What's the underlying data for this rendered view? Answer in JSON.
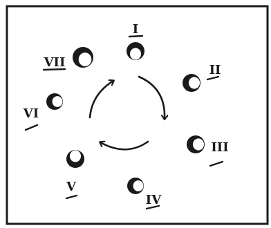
{
  "diagram": {
    "title": "",
    "stations": [
      {
        "numeral": "I",
        "shade": "top"
      },
      {
        "numeral": "II",
        "shade": "left"
      },
      {
        "numeral": "III",
        "shade": "left"
      },
      {
        "numeral": "IV",
        "shade": "left"
      },
      {
        "numeral": "V",
        "shade": "bottom"
      },
      {
        "numeral": "VI",
        "shade": "left"
      },
      {
        "numeral": "VII",
        "shade": "top-left"
      }
    ],
    "cycle_arrows": 3,
    "colors": {
      "ink": "#1a1a1a",
      "paper": "#ffffff"
    }
  }
}
